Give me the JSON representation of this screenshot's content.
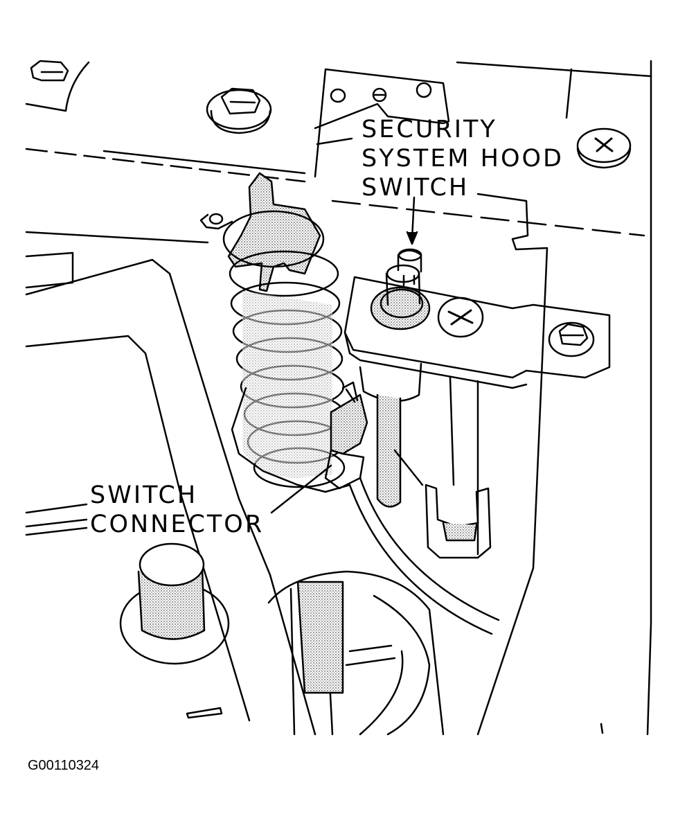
{
  "figure": {
    "code": "G00110324"
  },
  "callouts": {
    "hood_switch": {
      "line1": "SECURITY",
      "line2": "SYSTEM HOOD",
      "line3": "SWITCH"
    },
    "switch_connector": {
      "line1": "SWITCH",
      "line2": "CONNECTOR"
    }
  },
  "style": {
    "ink": "#000000",
    "paper": "#ffffff",
    "stipple": "#b8b8b8"
  },
  "icons": [
    "bolt-head-icon",
    "phillips-screw-icon",
    "spring-icon",
    "plunger-switch-icon",
    "connector-icon"
  ]
}
